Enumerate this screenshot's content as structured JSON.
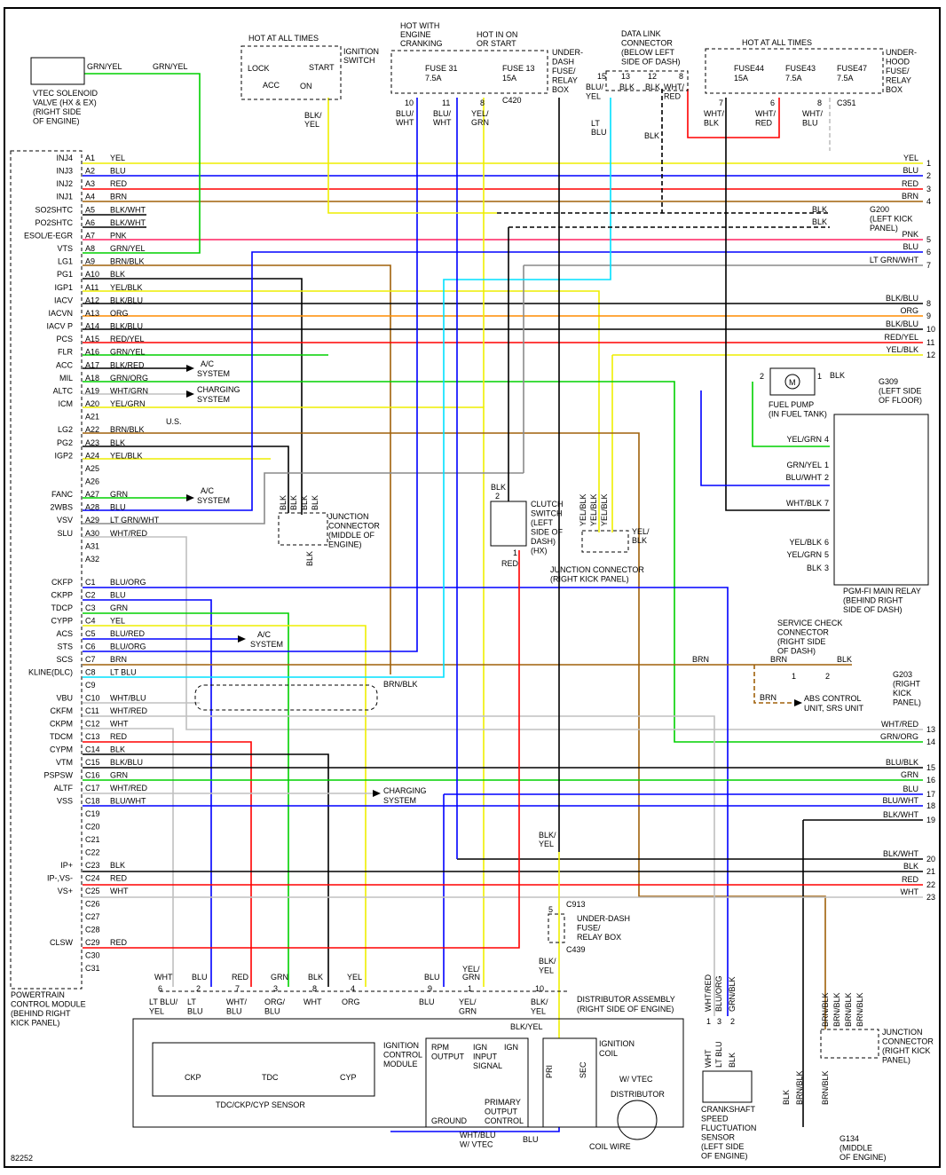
{
  "diagram_id": "82252",
  "wire_colors": {
    "YEL": "#eeee00",
    "BLU": "#0000ff",
    "RED": "#ff0000",
    "BRN": "#a0600a",
    "BLK": "#000000",
    "WHT": "#c0c0c0",
    "PNK": "#ff2060",
    "GRN": "#00d000",
    "ORG": "#ff8c00",
    "LT BLU": "#00e0ff",
    "LT GRN": "#8a8a8a"
  },
  "pcm": {
    "title": [
      "POWERTRAIN",
      "CONTROL MODULE",
      "(BEHIND RIGHT",
      "KICK PANEL)"
    ],
    "pins_a": [
      {
        "pin": "A1",
        "signal": "INJ4",
        "wire": "YEL"
      },
      {
        "pin": "A2",
        "signal": "INJ3",
        "wire": "BLU"
      },
      {
        "pin": "A3",
        "signal": "INJ2",
        "wire": "RED"
      },
      {
        "pin": "A4",
        "signal": "INJ1",
        "wire": "BRN"
      },
      {
        "pin": "A5",
        "signal": "SO2SHTC",
        "wire": "BLK/WHT"
      },
      {
        "pin": "A6",
        "signal": "PO2SHTC",
        "wire": "BLK/WHT"
      },
      {
        "pin": "A7",
        "signal": "ESOL/E-EGR",
        "wire": "PNK"
      },
      {
        "pin": "A8",
        "signal": "VTS",
        "wire": "GRN/YEL"
      },
      {
        "pin": "A9",
        "signal": "LG1",
        "wire": "BRN/BLK"
      },
      {
        "pin": "A10",
        "signal": "PG1",
        "wire": "BLK"
      },
      {
        "pin": "A11",
        "signal": "IGP1",
        "wire": "YEL/BLK"
      },
      {
        "pin": "A12",
        "signal": "IACV",
        "wire": "BLK/BLU"
      },
      {
        "pin": "A13",
        "signal": "IACVN",
        "wire": "ORG"
      },
      {
        "pin": "A14",
        "signal": "IACV P",
        "wire": "BLK/BLU"
      },
      {
        "pin": "A15",
        "signal": "PCS",
        "wire": "RED/YEL"
      },
      {
        "pin": "A16",
        "signal": "FLR",
        "wire": "GRN/YEL"
      },
      {
        "pin": "A17",
        "signal": "ACC",
        "wire": "BLK/RED"
      },
      {
        "pin": "A18",
        "signal": "MIL",
        "wire": "GRN/ORG"
      },
      {
        "pin": "A19",
        "signal": "ALTC",
        "wire": "WHT/GRN"
      },
      {
        "pin": "A20",
        "signal": "ICM",
        "wire": "YEL/GRN"
      },
      {
        "pin": "A21",
        "signal": "",
        "wire": ""
      },
      {
        "pin": "A22",
        "signal": "LG2",
        "wire": "BRN/BLK"
      },
      {
        "pin": "A23",
        "signal": "PG2",
        "wire": "BLK"
      },
      {
        "pin": "A24",
        "signal": "IGP2",
        "wire": "YEL/BLK"
      },
      {
        "pin": "A25",
        "signal": "",
        "wire": ""
      },
      {
        "pin": "A26",
        "signal": "",
        "wire": ""
      },
      {
        "pin": "A27",
        "signal": "FANC",
        "wire": "GRN"
      },
      {
        "pin": "A28",
        "signal": "2WBS",
        "wire": "BLU"
      },
      {
        "pin": "A29",
        "signal": "VSV",
        "wire": "LT GRN/WHT"
      },
      {
        "pin": "A30",
        "signal": "SLU",
        "wire": "WHT/RED"
      },
      {
        "pin": "A31",
        "signal": "",
        "wire": ""
      },
      {
        "pin": "A32",
        "signal": "",
        "wire": ""
      }
    ],
    "pins_c": [
      {
        "pin": "C1",
        "signal": "CKFP",
        "wire": "BLU/ORG"
      },
      {
        "pin": "C2",
        "signal": "CKPP",
        "wire": "BLU"
      },
      {
        "pin": "C3",
        "signal": "TDCP",
        "wire": "GRN"
      },
      {
        "pin": "C4",
        "signal": "CYPP",
        "wire": "YEL"
      },
      {
        "pin": "C5",
        "signal": "ACS",
        "wire": "BLU/RED"
      },
      {
        "pin": "C6",
        "signal": "STS",
        "wire": "BLU/ORG"
      },
      {
        "pin": "C7",
        "signal": "SCS",
        "wire": "BRN"
      },
      {
        "pin": "C8",
        "signal": "KLINE(DLC)",
        "wire": "LT BLU"
      },
      {
        "pin": "C9",
        "signal": "",
        "wire": ""
      },
      {
        "pin": "C10",
        "signal": "VBU",
        "wire": "WHT/BLU"
      },
      {
        "pin": "C11",
        "signal": "CKFM",
        "wire": "WHT/RED"
      },
      {
        "pin": "C12",
        "signal": "CKPM",
        "wire": "WHT"
      },
      {
        "pin": "C13",
        "signal": "TDCM",
        "wire": "RED"
      },
      {
        "pin": "C14",
        "signal": "CYPM",
        "wire": "BLK"
      },
      {
        "pin": "C15",
        "signal": "VTM",
        "wire": "BLK/BLU"
      },
      {
        "pin": "C16",
        "signal": "PSPSW",
        "wire": "GRN"
      },
      {
        "pin": "C17",
        "signal": "ALTF",
        "wire": "WHT/RED"
      },
      {
        "pin": "C18",
        "signal": "VSS",
        "wire": "BLU/WHT"
      },
      {
        "pin": "C19",
        "signal": "",
        "wire": ""
      },
      {
        "pin": "C20",
        "signal": "",
        "wire": ""
      },
      {
        "pin": "C21",
        "signal": "",
        "wire": ""
      },
      {
        "pin": "C22",
        "signal": "",
        "wire": ""
      },
      {
        "pin": "C23",
        "signal": "IP+",
        "wire": "BLK"
      },
      {
        "pin": "C24",
        "signal": "IP-,VS-",
        "wire": "RED"
      },
      {
        "pin": "C25",
        "signal": "VS+",
        "wire": "WHT"
      },
      {
        "pin": "C26",
        "signal": "",
        "wire": ""
      },
      {
        "pin": "C27",
        "signal": "",
        "wire": ""
      },
      {
        "pin": "C28",
        "signal": "",
        "wire": ""
      },
      {
        "pin": "C29",
        "signal": "CLSW",
        "wire": "RED"
      },
      {
        "pin": "C30",
        "signal": "",
        "wire": ""
      },
      {
        "pin": "C31",
        "signal": "",
        "wire": ""
      }
    ]
  },
  "right_terminals": [
    {
      "wire": "YEL",
      "num": "1"
    },
    {
      "wire": "BLU",
      "num": "2"
    },
    {
      "wire": "RED",
      "num": "3"
    },
    {
      "wire": "BRN",
      "num": "4"
    },
    {
      "wire": "PNK",
      "num": "5"
    },
    {
      "wire": "BLU",
      "num": "6"
    },
    {
      "wire": "LT GRN/WHT",
      "num": "7"
    },
    {
      "wire": "BLK/BLU",
      "num": "8"
    },
    {
      "wire": "ORG",
      "num": "9"
    },
    {
      "wire": "BLK/BLU",
      "num": "10"
    },
    {
      "wire": "RED/YEL",
      "num": "11"
    },
    {
      "wire": "YEL/BLK",
      "num": "12"
    },
    {
      "wire": "WHT/RED",
      "num": "13"
    },
    {
      "wire": "GRN/ORG",
      "num": "14"
    },
    {
      "wire": "BLU/BLK",
      "num": "15"
    },
    {
      "wire": "GRN",
      "num": "16"
    },
    {
      "wire": "BLU",
      "num": "17"
    },
    {
      "wire": "BLU/WHT",
      "num": "18"
    },
    {
      "wire": "BLK/WHT",
      "num": "19"
    },
    {
      "wire": "BLK/WHT",
      "num": "20"
    },
    {
      "wire": "BLK",
      "num": "21"
    },
    {
      "wire": "RED",
      "num": "22"
    },
    {
      "wire": "WHT",
      "num": "23"
    }
  ],
  "systems": {
    "ac": "A/C",
    "system": "SYSTEM",
    "charging": "CHARGING",
    "us": "U.S."
  },
  "vtec": {
    "lines": [
      "VTEC SOLENOID",
      "VALVE  (HX & EX)",
      "(RIGHT SIDE",
      "OF ENGINE)"
    ],
    "wire": "GRN/YEL"
  },
  "ign_switch": {
    "hot": "HOT AT ALL TIMES",
    "name": [
      "IGNITION",
      "SWITCH"
    ],
    "lock": "LOCK",
    "acc": "ACC",
    "start": "START",
    "on": "ON",
    "wire": [
      "BLK/",
      "YEL"
    ]
  },
  "dash_fuse": {
    "hot1": [
      "HOT WITH",
      "ENGINE",
      "CRANKING"
    ],
    "hot2": [
      "HOT IN ON",
      "OR START"
    ],
    "f31": [
      "FUSE 31",
      "7.5A"
    ],
    "f13": [
      "FUSE 13",
      "15A"
    ],
    "name": [
      "UNDER-",
      "DASH",
      "FUSE/",
      "RELAY",
      "BOX"
    ],
    "pins": [
      "10",
      "11",
      "8"
    ],
    "conn": "C420",
    "wires": [
      [
        "BLU/",
        "WHT"
      ],
      [
        "BLU/",
        "WHT"
      ],
      [
        "YEL/",
        "GRN"
      ]
    ]
  },
  "dlc": {
    "name": [
      "DATA LINK",
      "CONNECTOR",
      "(BELOW LEFT",
      "SIDE OF DASH)"
    ],
    "pins": [
      "15",
      "13",
      "12",
      "8"
    ],
    "wires": [
      [
        "BLU/",
        "YEL"
      ],
      [
        "BLK"
      ],
      [
        "BLK"
      ],
      [
        "WHT/",
        "RED"
      ]
    ],
    "ltblu": [
      "LT",
      "BLU"
    ],
    "blk": "BLK"
  },
  "hood_fuse": {
    "hot": "HOT AT ALL TIMES",
    "f44": [
      "FUSE44",
      "15A"
    ],
    "f43": [
      "FUSE43",
      "7.5A"
    ],
    "f47": [
      "FUSE47",
      "7.5A"
    ],
    "name": [
      "UNDER-",
      "HOOD",
      "FUSE/",
      "RELAY",
      "BOX"
    ],
    "pins": [
      "7",
      "6",
      "8"
    ],
    "conn": "C351",
    "wires": [
      [
        "WHT/",
        "BLK"
      ],
      [
        "WHT/",
        "RED"
      ],
      [
        "WHT/",
        "BLU"
      ]
    ]
  },
  "g200": {
    "wires": [
      "BLK",
      "BLK"
    ],
    "name": [
      "G200",
      "(LEFT KICK",
      "PANEL)"
    ]
  },
  "fuel_pump": {
    "pins": [
      "2",
      "1"
    ],
    "wire": "BLK",
    "motor": "M",
    "name": [
      "FUEL PUMP",
      "(IN FUEL TANK)"
    ],
    "ground": [
      "G309",
      "(LEFT SIDE",
      "OF FLOOR)"
    ]
  },
  "main_relay": {
    "wires": [
      [
        "YEL/GRN",
        "4"
      ],
      [
        "GRN/YEL",
        "1"
      ],
      [
        "BLU/WHT",
        "2"
      ],
      [
        "WHT/BLK",
        "7"
      ],
      [
        "YEL/BLK",
        "6"
      ],
      [
        "YEL/GRN",
        "5"
      ],
      [
        "BLK",
        "3"
      ]
    ],
    "name": [
      "PGM-FI MAIN RELAY",
      "(BEHIND RIGHT",
      "SIDE OF DASH)"
    ]
  },
  "jc_engine": {
    "wires": [
      "BLK",
      "BLK",
      "BLK",
      "BLK"
    ],
    "out": "BLK",
    "name": [
      "JUNCTION",
      "CONNECTOR",
      "(MIDDLE OF",
      "ENGINE)"
    ]
  },
  "clutch": {
    "wire_top": "BLK",
    "pin_top": "2",
    "pin_bot": "1",
    "wire_bot": "RED",
    "name": [
      "CLUTCH",
      "SWITCH",
      "(LEFT",
      "SIDE OF",
      "DASH)",
      "(HX)"
    ]
  },
  "jc_kick": {
    "wires": [
      "YEL/BLK",
      "YEL/BLK",
      "YEL/BLK"
    ],
    "side": [
      "YEL/",
      "BLK"
    ],
    "name": [
      "JUNCTION CONNECTOR",
      "(RIGHT KICK PANEL)"
    ]
  },
  "service_check": {
    "name": [
      "SERVICE CHECK",
      "CONNECTOR",
      "(RIGHT SIDE",
      "OF DASH)"
    ],
    "wires": [
      "BRN",
      "BRN",
      "BLK",
      "BRN"
    ],
    "pins": [
      "1",
      "2"
    ],
    "ground": [
      "G203",
      "(RIGHT",
      "KICK",
      "PANEL)"
    ],
    "abs": [
      "ABS CONTROL",
      "UNIT, SRS UNIT"
    ]
  },
  "shield_wire": "BRN/BLK",
  "c913": {
    "top": [
      "BLK/",
      "YEL"
    ],
    "conn": "C913",
    "pin": "5",
    "name": [
      "UNDER-DASH",
      "FUSE/",
      "RELAY BOX"
    ],
    "conn2": "C439",
    "bot": [
      "BLK/",
      "YEL"
    ]
  },
  "dist_conn": {
    "above": [
      "WHT",
      "BLU",
      "RED",
      "GRN",
      "BLK",
      "YEL",
      "BLU",
      "YEL/",
      "GRN"
    ],
    "pins": [
      "6",
      "2",
      "7",
      "3",
      "8",
      "4",
      "9",
      "1",
      "10"
    ],
    "below": [
      [
        "LT BLU/",
        "YEL"
      ],
      [
        "LT",
        "BLU"
      ],
      [
        "WHT/",
        "BLU"
      ],
      [
        "ORG/",
        "BLU"
      ],
      [
        "WHT"
      ],
      [
        "ORG"
      ],
      [
        "BLU"
      ],
      [
        "YEL/",
        "GRN"
      ],
      [
        "BLK/",
        "YEL"
      ]
    ],
    "name": [
      "DISTRIBUTOR ASSEMBLY",
      "(RIGHT SIDE OF ENGINE)"
    ]
  },
  "sensor": {
    "parts": [
      "CKP",
      "TDC",
      "CYP"
    ],
    "name": "TDC/CKP/CYP SENSOR"
  },
  "icm": {
    "name": [
      "IGNITION",
      "CONTROL",
      "MODULE"
    ],
    "rpm": [
      "RPM",
      "OUTPUT"
    ],
    "ign_in": [
      "IGN",
      "INPUT",
      "SIGNAL"
    ],
    "ign": "IGN",
    "primary": [
      "PRIMARY",
      "OUTPUT",
      "CONTROL"
    ],
    "ground": "GROUND",
    "blkyel": "BLK/YEL",
    "whtblu": [
      "WHT/BLU",
      "W/ VTEC"
    ],
    "blu": "BLU"
  },
  "coil": {
    "name": [
      "IGNITION",
      "COIL"
    ],
    "pri": "PRI",
    "sec": "SEC",
    "vtec": "W/ VTEC",
    "distributor": "DISTRIBUTOR",
    "coil_wire": "COIL WIRE"
  },
  "crank": {
    "wires_top": [
      "WHT/RED",
      "BLU/ORG",
      "GRN/BLK"
    ],
    "pins": [
      "1",
      "3",
      "2"
    ],
    "wires_bot": [
      "WHT",
      "LT BLU",
      "BLK"
    ],
    "name": [
      "CRANKSHAFT",
      "SPEED",
      "FLUCTUATION",
      "SENSOR",
      "(LEFT SIDE",
      "OF ENGINE)"
    ]
  },
  "jc_bottom": {
    "wires": [
      "BRN/BLK",
      "BRN/BLK",
      "BRN/BLK",
      "BRN/BLK"
    ],
    "name": [
      "JUNCTION",
      "CONNECTOR",
      "(RIGHT KICK",
      "PANEL)"
    ],
    "out": [
      "BLK",
      "BRN/BLK",
      "BRN/BLK"
    ],
    "ground": [
      "G134",
      "(MIDDLE",
      "OF ENGINE)"
    ]
  }
}
